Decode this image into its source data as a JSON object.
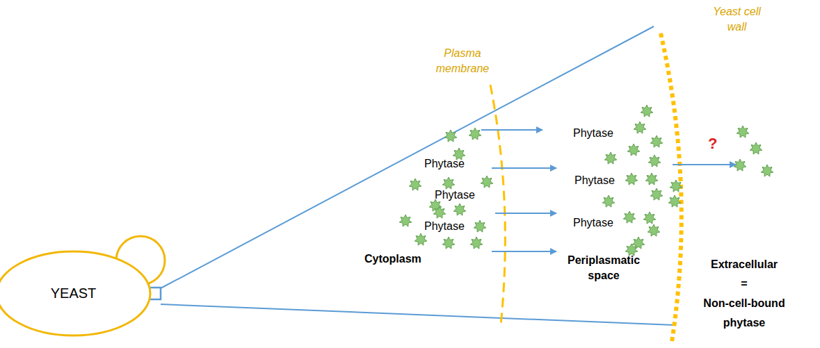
{
  "diagram": {
    "nodes": [
      {
        "text": [
          "YEAST"
        ]
      }
    ],
    "labels": [
      "Yeast cell wall",
      "Plasma membrane",
      "Phytase",
      "?",
      "Phytase",
      "Phytase",
      "Phytase",
      "Phytase",
      "Phytase",
      "Cytoplasm",
      "Periplasmatic space",
      "Extracellular",
      "=",
      "Non-cell-bound",
      "phytase"
    ]
  }
}
